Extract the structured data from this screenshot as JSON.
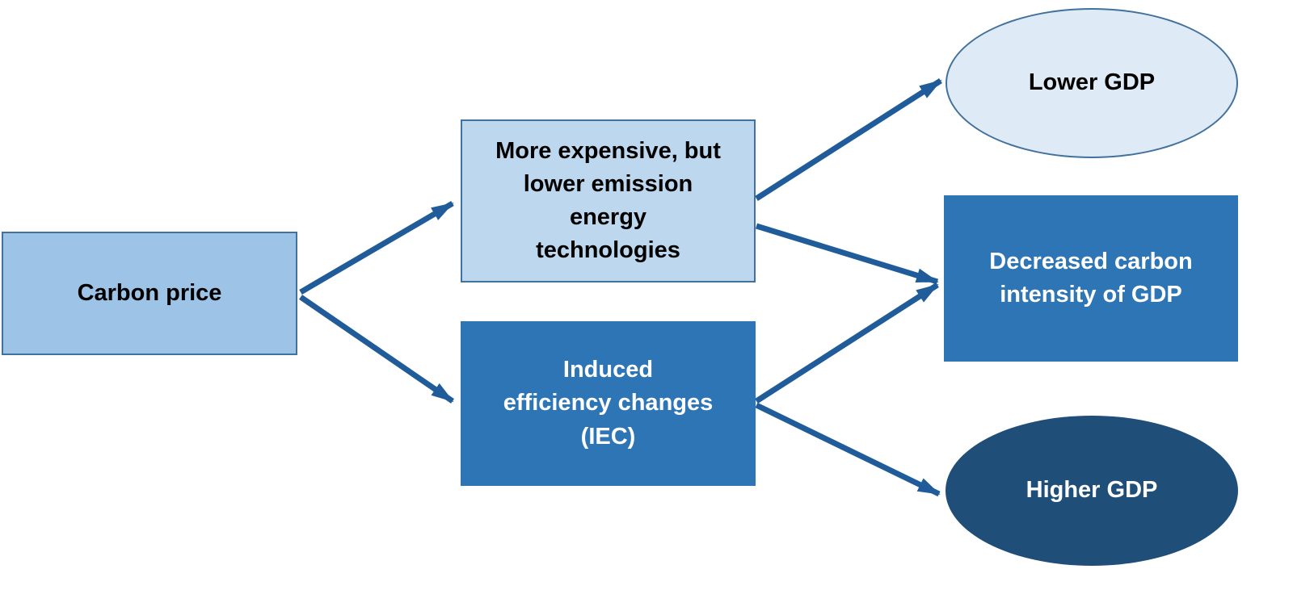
{
  "diagram": {
    "title": "Carbon price effects flowchart",
    "nodes": {
      "carbon_price": {
        "label": "Carbon price",
        "shape": "rect",
        "fill": "#9DC3E6",
        "text_color": "#000000"
      },
      "clean_tech": {
        "label": "More expensive, but\nlower emission\nenergy\ntechnologies",
        "shape": "rect",
        "fill": "#BDD7EE",
        "text_color": "#000000"
      },
      "iec": {
        "label": "Induced\nefficiency changes\n(IEC)",
        "shape": "rect",
        "fill": "#2E75B6",
        "text_color": "#FFFFFF"
      },
      "lower_gdp": {
        "label": "Lower GDP",
        "shape": "ellipse",
        "fill": "#DEEAF6",
        "text_color": "#000000"
      },
      "decreased_intensity": {
        "label": "Decreased carbon\nintensity of GDP",
        "shape": "rect",
        "fill": "#2E75B6",
        "text_color": "#FFFFFF"
      },
      "higher_gdp": {
        "label": "Higher GDP",
        "shape": "ellipse",
        "fill": "#1F4E79",
        "text_color": "#FFFFFF"
      }
    },
    "edges": [
      {
        "from": "carbon_price",
        "to": "clean_tech"
      },
      {
        "from": "carbon_price",
        "to": "iec"
      },
      {
        "from": "clean_tech",
        "to": "lower_gdp"
      },
      {
        "from": "clean_tech",
        "to": "decreased_intensity"
      },
      {
        "from": "iec",
        "to": "decreased_intensity"
      },
      {
        "from": "iec",
        "to": "higher_gdp"
      }
    ],
    "arrow_color": "#1F5C99",
    "background_color": "#FFFFFF"
  }
}
